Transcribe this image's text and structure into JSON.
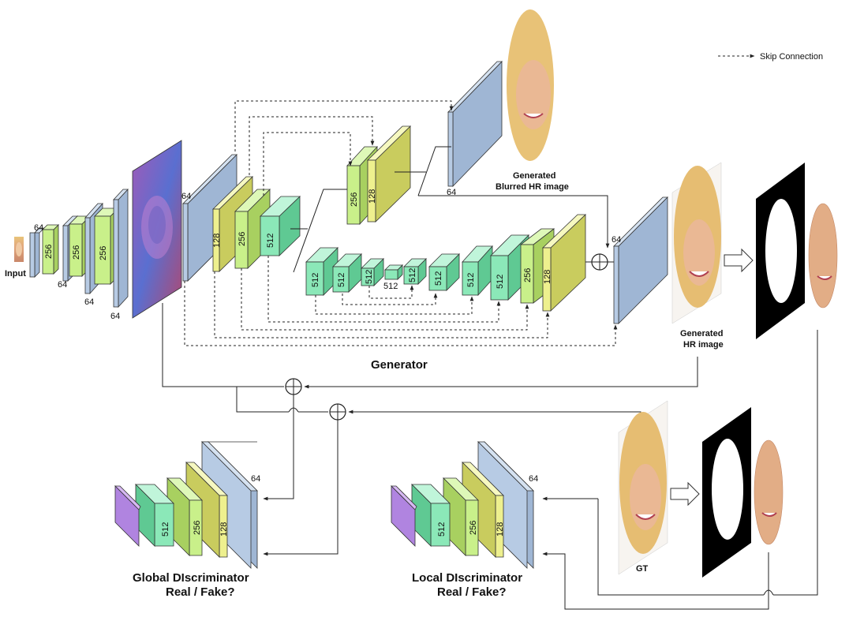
{
  "legend": {
    "skip_connection": "Skip Connection"
  },
  "labels": {
    "input": "Input",
    "generator": "Generator",
    "blurred_line1": "Generated",
    "blurred_line2": "Blurred HR image",
    "hr_line1": "Generated",
    "hr_line2": "HR image",
    "gt": "GT",
    "global_disc_line1": "Global DIscriminator",
    "global_disc_line2": "Real / Fake?",
    "local_disc_line1": "Local DIscriminator",
    "local_disc_line2": "Real / Fake?"
  },
  "channels": {
    "c64": "64",
    "c128": "128",
    "c256": "256",
    "c512": "512"
  },
  "colors": {
    "blue": "#b7cbe4",
    "green": "#c9f08a",
    "yellow": "#eef08e",
    "mint": "#8be8b8",
    "purple": "#b084e0",
    "line": "#222222"
  }
}
